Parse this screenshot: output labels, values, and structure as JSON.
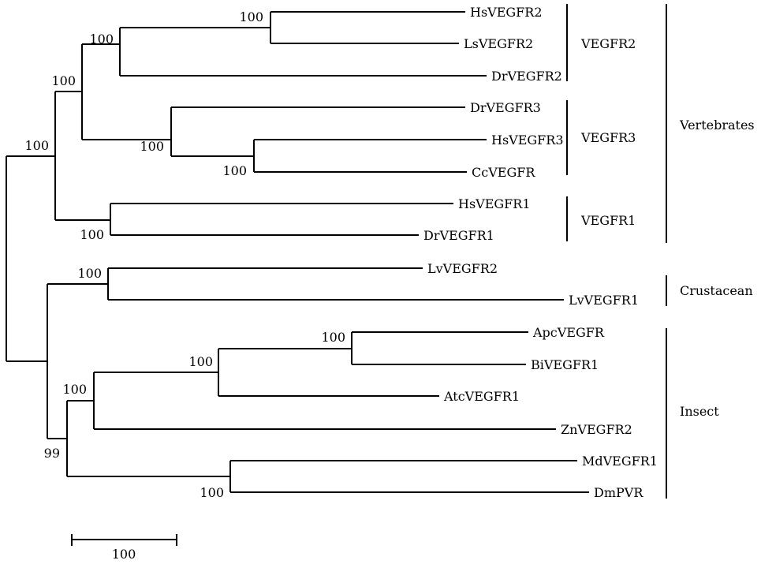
{
  "tree": {
    "leaves": [
      {
        "id": "hs_vegfr2",
        "label": "HsVEGFR2"
      },
      {
        "id": "ls_vegfr2",
        "label": "LsVEGFR2"
      },
      {
        "id": "dr_vegfr2",
        "label": "DrVEGFR2"
      },
      {
        "id": "dr_vegfr3",
        "label": "DrVEGFR3"
      },
      {
        "id": "hs_vegfr3",
        "label": "HsVEGFR3"
      },
      {
        "id": "cc_vegfr",
        "label": "CcVEGFR"
      },
      {
        "id": "hs_vegfr1",
        "label": "HsVEGFR1"
      },
      {
        "id": "dr_vegfr1",
        "label": "DrVEGFR1"
      },
      {
        "id": "lv_vegfr2",
        "label": "LvVEGFR2"
      },
      {
        "id": "lv_vegfr1",
        "label": "LvVEGFR1"
      },
      {
        "id": "apc_vegfr",
        "label": "ApcVEGFR"
      },
      {
        "id": "bi_vegfr1",
        "label": "BiVEGFR1"
      },
      {
        "id": "atc_vegfr1",
        "label": "AtcVEGFR1"
      },
      {
        "id": "zn_vegfr2",
        "label": "ZnVEGFR2"
      },
      {
        "id": "md_vegfr1",
        "label": "MdVEGFR1"
      },
      {
        "id": "dm_pvr",
        "label": "DmPVR"
      }
    ],
    "bootstrap_values": {
      "hs_ls_vegfr2": "100",
      "vegfr2_clade": "100",
      "vegfr2_vegfr3": "100",
      "vegfr3_clade": "100",
      "hs_cc": "100",
      "vegfr1_clade": "100",
      "vertebrate_root": "100",
      "crustacean_clade": "100",
      "apc_bi": "100",
      "apc_bi_atc": "100",
      "insect_core": "100",
      "md_dm": "100",
      "invertebrate_root": "99"
    },
    "groups": {
      "vegfr2": "VEGFR2",
      "vegfr3": "VEGFR3",
      "vegfr1": "VEGFR1",
      "vertebrates": "Vertebrates",
      "crustacean": "Crustacean",
      "insect": "Insect"
    },
    "scale_bar": {
      "label": "100"
    }
  }
}
